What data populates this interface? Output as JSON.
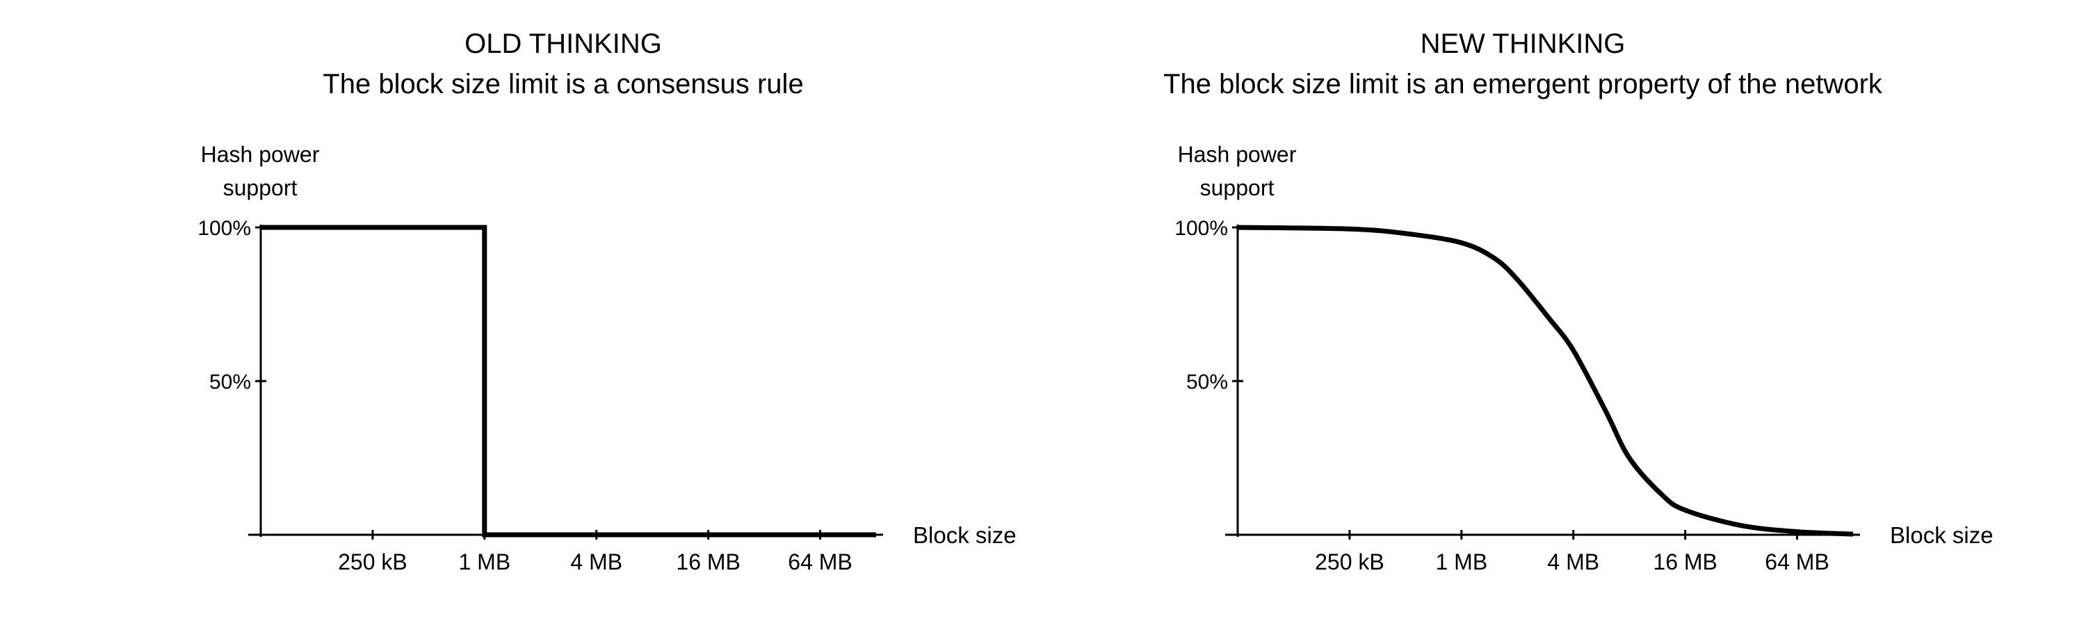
{
  "chart_data": [
    {
      "type": "line",
      "title": "OLD THINKING",
      "subtitle": "The block size limit is a consensus rule",
      "ylabel": [
        "Hash power",
        "support"
      ],
      "xlabel": "Block size",
      "x_scale": "log2",
      "y_ticks": [
        {
          "value": 100,
          "label": "100%"
        },
        {
          "value": 50,
          "label": "50%"
        }
      ],
      "x_ticks": [
        {
          "value_mb": 0.25,
          "label": "250 kB"
        },
        {
          "value_mb": 1,
          "label": "1 MB"
        },
        {
          "value_mb": 4,
          "label": "4 MB"
        },
        {
          "value_mb": 16,
          "label": "16 MB"
        },
        {
          "value_mb": 64,
          "label": "64 MB"
        }
      ],
      "xlim_mb": [
        0.0625,
        128
      ],
      "ylim": [
        0,
        100
      ],
      "grid": false,
      "series": [
        {
          "shape": "step",
          "points_mb": [
            [
              0.0625,
              100
            ],
            [
              1,
              100
            ],
            [
              1,
              0
            ],
            [
              128,
              0
            ]
          ]
        }
      ]
    },
    {
      "type": "line",
      "title": "NEW THINKING",
      "subtitle": "The block size limit is an emergent property of the network",
      "ylabel": [
        "Hash power",
        "support"
      ],
      "xlabel": "Block size",
      "x_scale": "log2",
      "y_ticks": [
        {
          "value": 100,
          "label": "100%"
        },
        {
          "value": 50,
          "label": "50%"
        }
      ],
      "x_ticks": [
        {
          "value_mb": 0.25,
          "label": "250 kB"
        },
        {
          "value_mb": 1,
          "label": "1 MB"
        },
        {
          "value_mb": 4,
          "label": "4 MB"
        },
        {
          "value_mb": 16,
          "label": "16 MB"
        },
        {
          "value_mb": 64,
          "label": "64 MB"
        }
      ],
      "xlim_mb": [
        0.0625,
        128
      ],
      "ylim": [
        0,
        100
      ],
      "grid": false,
      "series": [
        {
          "shape": "smooth",
          "points_mb": [
            [
              0.0625,
              100
            ],
            [
              0.25,
              99.5
            ],
            [
              0.5,
              98
            ],
            [
              1,
              95
            ],
            [
              1.5,
              90
            ],
            [
              2,
              83
            ],
            [
              3,
              70
            ],
            [
              4,
              60
            ],
            [
              6,
              40
            ],
            [
              8,
              25
            ],
            [
              12,
              13
            ],
            [
              16,
              8
            ],
            [
              32,
              3
            ],
            [
              64,
              1
            ],
            [
              128,
              0.2
            ]
          ]
        }
      ]
    }
  ]
}
